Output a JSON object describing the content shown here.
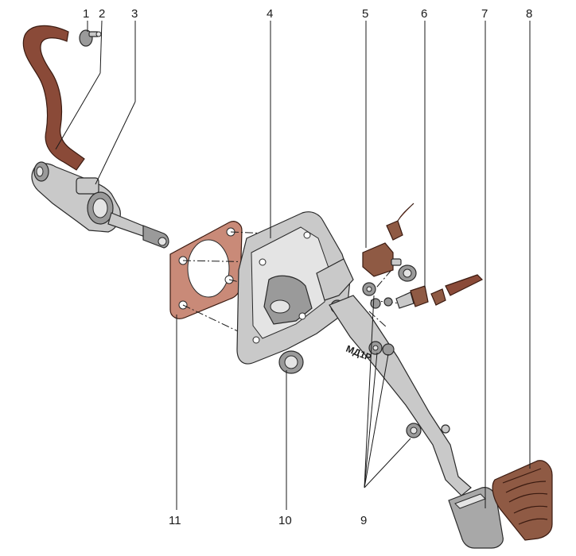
{
  "callouts": {
    "c1": "1",
    "c2": "2",
    "c3": "3",
    "c4": "4",
    "c5": "5",
    "c6": "6",
    "c7": "7",
    "c8": "8",
    "c9": "9",
    "c10": "10",
    "c11": "11"
  },
  "colors": {
    "hose": "#8a4a38",
    "gasket": "#c98a78",
    "metal": "#c9c9c9",
    "brake_pad": "#8f5a44"
  }
}
